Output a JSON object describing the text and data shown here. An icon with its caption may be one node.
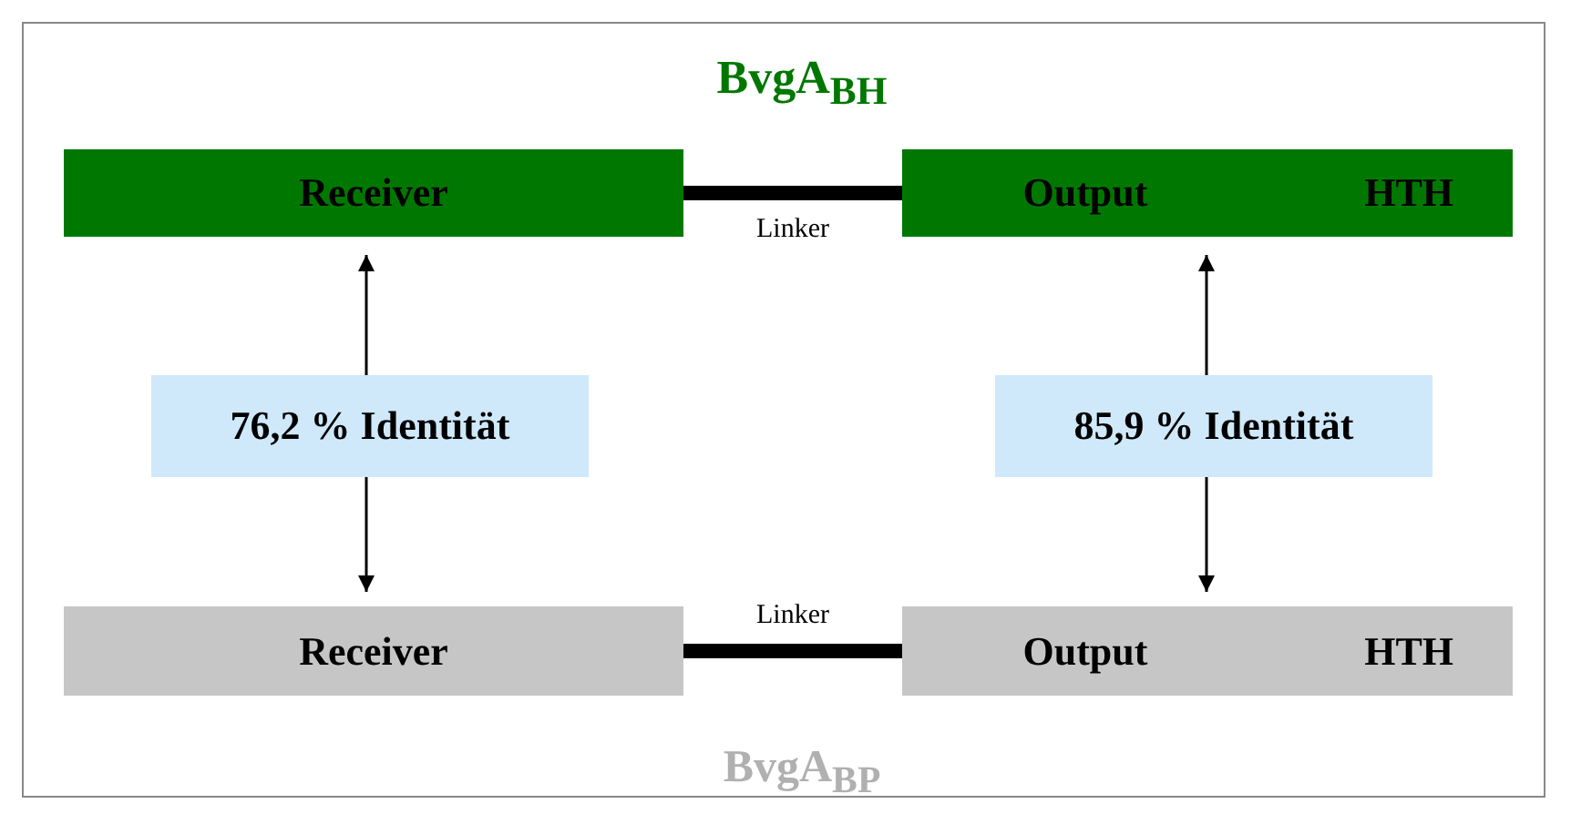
{
  "diagram": {
    "title": "BvgA$_{BH}$",
    "nodes": [
      {
        "text": [
          "Receiver"
        ]
      },
      {
        "text": [
          "Output",
          "HTH"
        ]
      },
      {
        "text": [
          "76,2 % Identität"
        ]
      },
      {
        "text": [
          "85,9 % Identität"
        ]
      },
      {
        "text": [
          "Receiver"
        ]
      },
      {
        "text": [
          "Output",
          "HTH"
        ]
      }
    ],
    "edges": [
      {
        "from": 0,
        "to": 1,
        "arrow": "none",
        "style": "thick",
        "label": "Linker"
      },
      {
        "from": 2,
        "to": 0,
        "arrow": "to"
      },
      {
        "from": 2,
        "to": 4,
        "arrow": "to"
      },
      {
        "from": 3,
        "to": 1,
        "arrow": "to"
      },
      {
        "from": 3,
        "to": 5,
        "arrow": "to"
      },
      {
        "from": 4,
        "to": 5,
        "arrow": "none",
        "style": "thick",
        "label": "Linker"
      }
    ],
    "labels": [
      "BvgA$_{BP}$"
    ]
  }
}
